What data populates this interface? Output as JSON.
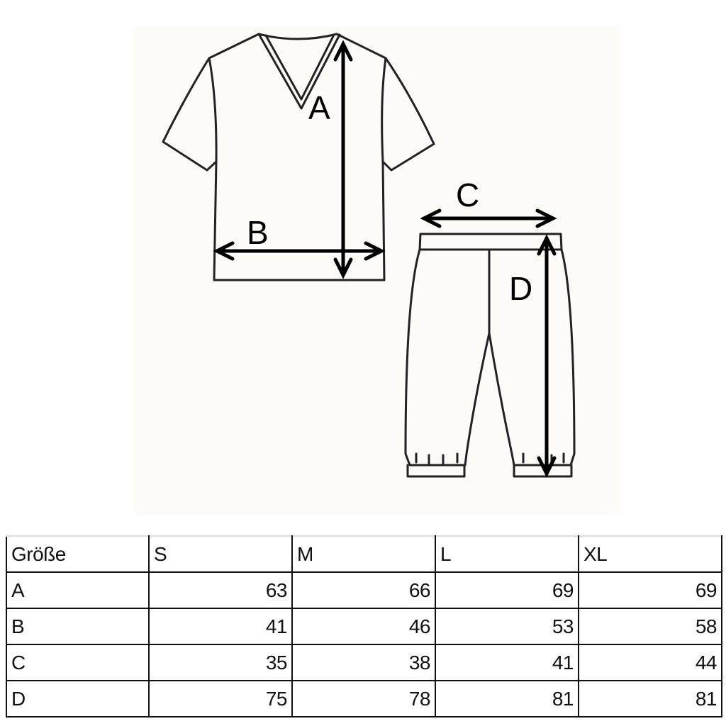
{
  "diagram": {
    "shirt": {
      "label_length": "A",
      "label_width": "B"
    },
    "pants": {
      "label_waist": "C",
      "label_length": "D"
    },
    "background_color": "#fdfbf7",
    "line_color": "#222222"
  },
  "size_table": {
    "header": [
      "Größe",
      "S",
      "M",
      "L",
      "XL"
    ],
    "rows": [
      {
        "label": "A",
        "values": [
          "63",
          "66",
          "69",
          "69"
        ]
      },
      {
        "label": "B",
        "values": [
          "41",
          "46",
          "53",
          "58"
        ]
      },
      {
        "label": "C",
        "values": [
          "35",
          "38",
          "41",
          "44"
        ]
      },
      {
        "label": "D",
        "values": [
          "75",
          "78",
          "81",
          "81"
        ]
      }
    ]
  }
}
